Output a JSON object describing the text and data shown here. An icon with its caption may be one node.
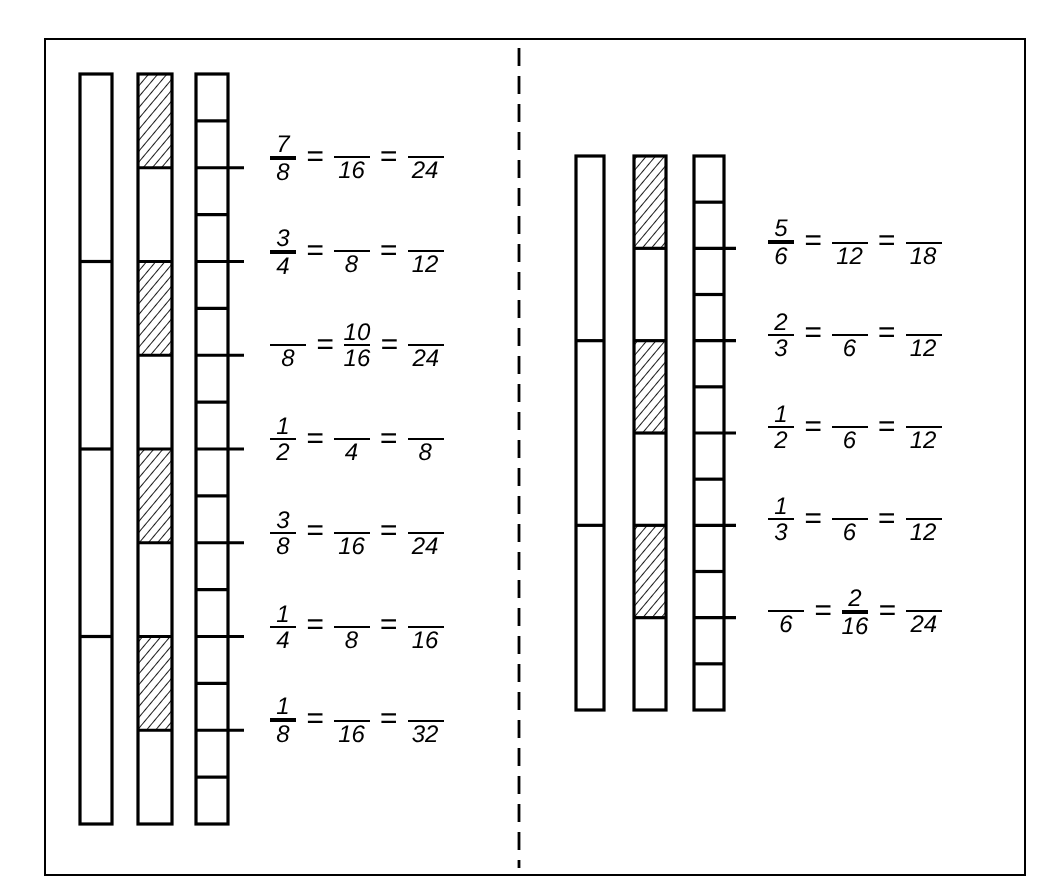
{
  "diagram": {
    "labels": [
      "7",
      "8",
      "=",
      "16",
      "=",
      "24",
      "3",
      "4",
      "=",
      "8",
      "=",
      "12",
      "8",
      "=",
      "10",
      "16",
      "=",
      "24",
      "1",
      "2",
      "=",
      "4",
      "=",
      "8",
      "3",
      "8",
      "=",
      "16",
      "=",
      "24",
      "1",
      "4",
      "=",
      "8",
      "=",
      "16",
      "1",
      "8",
      "=",
      "16",
      "=",
      "32",
      "5",
      "6",
      "=",
      "12",
      "=",
      "18",
      "2",
      "3",
      "=",
      "6",
      "=",
      "12",
      "1",
      "2",
      "=",
      "6",
      "=",
      "12",
      "1",
      "3",
      "=",
      "6",
      "=",
      "12",
      "6",
      "=",
      "2",
      "16",
      "=",
      "24"
    ]
  }
}
